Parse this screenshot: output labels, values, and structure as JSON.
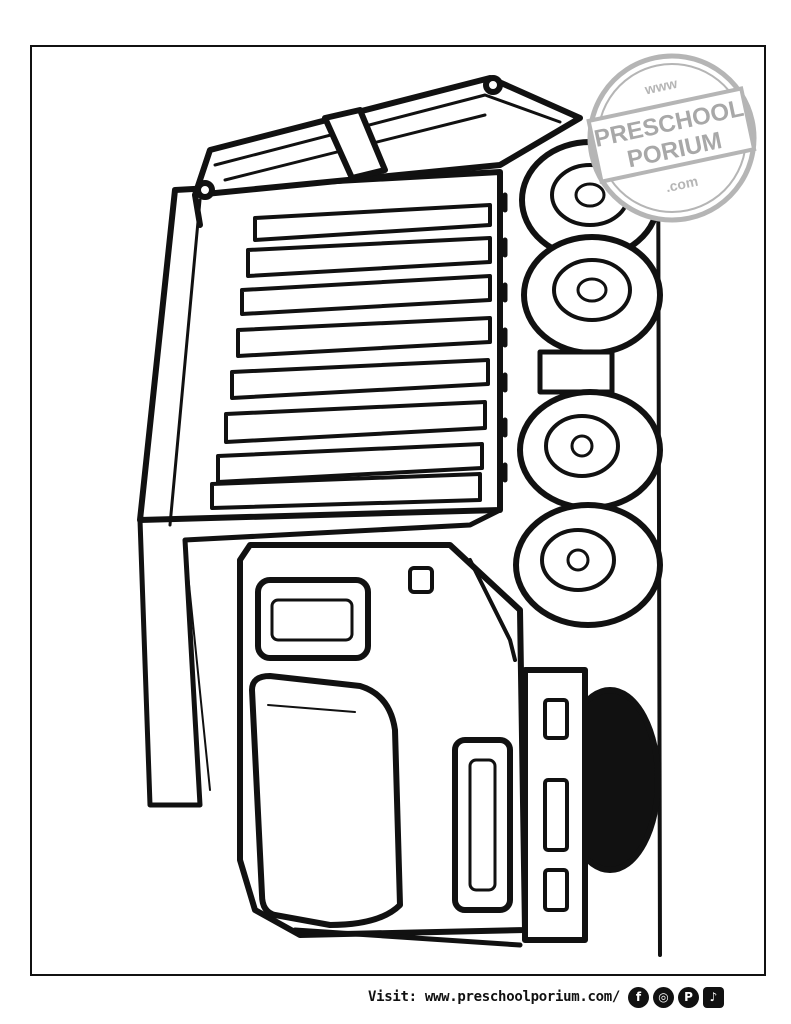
{
  "stamp": {
    "top_text": "www",
    "line1": "PRESCHOOL",
    "line2": "PORIUM",
    "bottom_text": ".com"
  },
  "footer": {
    "text": "Visit: www.preschoolporium.com/"
  },
  "social_icons": [
    {
      "name": "facebook-icon",
      "glyph": "f"
    },
    {
      "name": "instagram-icon",
      "glyph": "◎"
    },
    {
      "name": "pinterest-icon",
      "glyph": "P"
    },
    {
      "name": "tiktok-icon",
      "glyph": "♪"
    }
  ],
  "colors": {
    "ink": "#111111",
    "paper": "#ffffff",
    "stamp": "#b5b5b5"
  }
}
